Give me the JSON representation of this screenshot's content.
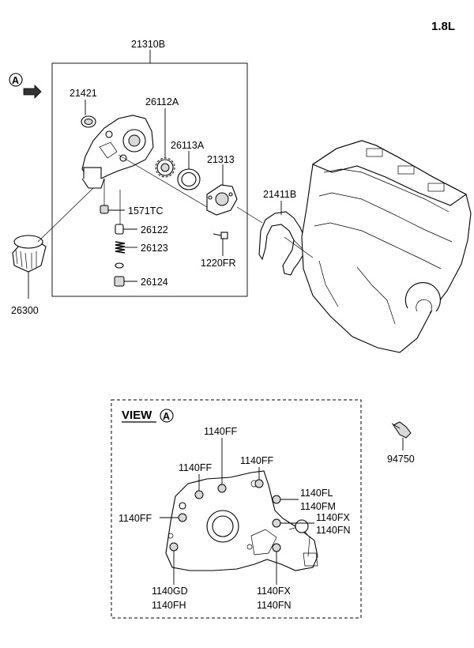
{
  "engine_size": "1.8L",
  "view_marker": "A",
  "view_title": "VIEW",
  "parts": {
    "p21310B": "21310B",
    "p21421": "21421",
    "p26112A": "26112A",
    "p26113A": "26113A",
    "p21313": "21313",
    "p21411B": "21411B",
    "p1571TC": "1571TC",
    "p26122": "26122",
    "p26123": "26123",
    "p26124": "26124",
    "p1220FR": "1220FR",
    "p26300": "26300",
    "p94750": "94750"
  },
  "bolts": {
    "ff_top": "1140FF",
    "ff_left": "1140FF",
    "ff_right": "1140FF",
    "ff_side": "1140FF",
    "fl": "1140FL",
    "fm": "1140FM",
    "fx_a": "1140FX",
    "fn_a": "1140FN",
    "gd": "1140GD",
    "fh": "1140FH",
    "fx_b": "1140FX",
    "fn_b": "1140FN"
  }
}
